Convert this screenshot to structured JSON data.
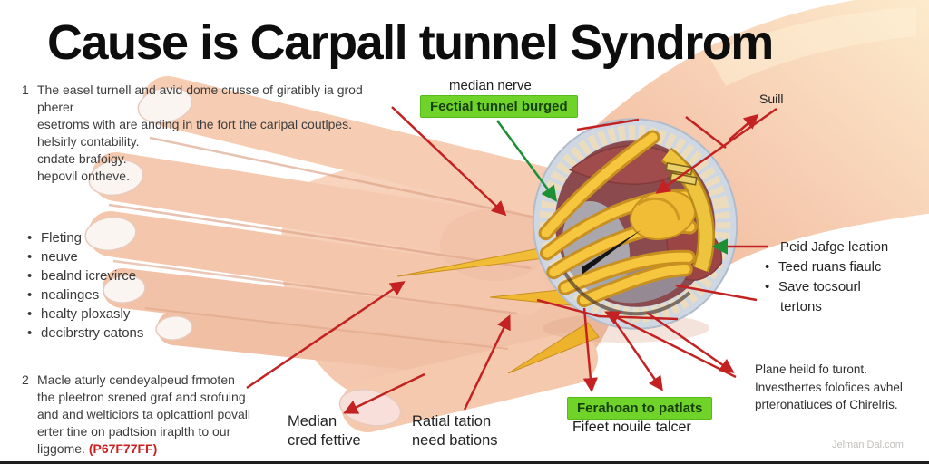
{
  "title": "Cause is Carpall tunnel Syndrom",
  "note1": {
    "number": "1",
    "lines": [
      "The easel turnell and avid dome crusse of giratibly ia grod pherer",
      "esetroms with are anding in the fort the caripal coutlpes.",
      "helsirly contability.",
      "cndate brafoigy.",
      "hepovil ontheve."
    ]
  },
  "symptoms": {
    "items": [
      "Fleting",
      "neuve",
      "bealnd icrevirce",
      "nealinges",
      "healty ploxasly",
      "decibrstry catons"
    ]
  },
  "note2": {
    "number": "2",
    "lines": [
      "Macle aturly cendeyalpeud frmoten",
      "the pleetron srened graf and srofuing",
      "and and welticiors ta oplcattionl povall",
      "erter tine on padtsion iraplth to our"
    ],
    "last_line": "liggome. ",
    "code": "(P67F77FF)"
  },
  "callouts": {
    "median_nerve": "median nerve",
    "tunnel_badge": "Fectial tunnel burged",
    "suill": "Suill",
    "right_group": {
      "line1": "Peid Jafge leation",
      "bullet1": "Teed ruans fiaulc",
      "bullet2": "Save tocsourl",
      "line4": "tertons"
    },
    "plane_note": {
      "lines": [
        "Plane heild fo turont.",
        "Investhertes folofices avhel",
        "prteronatiuces of Chirelris."
      ]
    },
    "patlats_badge": "Ferahoan to patlats",
    "fifeet": "Fifeet nouile talcer",
    "median_cred": {
      "line1": "Median",
      "line2": "cred fettive"
    },
    "ratial": {
      "line1": "Ratial tation",
      "line2": "need bations"
    }
  },
  "watermark": "Jelman Dal.com",
  "colors": {
    "arrow_red": "#c42222",
    "arrow_green": "#1d8f35",
    "badge_bg": "#6fd32a",
    "badge_text": "#173f0b",
    "code_red": "#cc2020",
    "skin": "#f4c6ad",
    "tendon_yellow": "#f2bd36",
    "muscle_red": "#9c4545"
  }
}
